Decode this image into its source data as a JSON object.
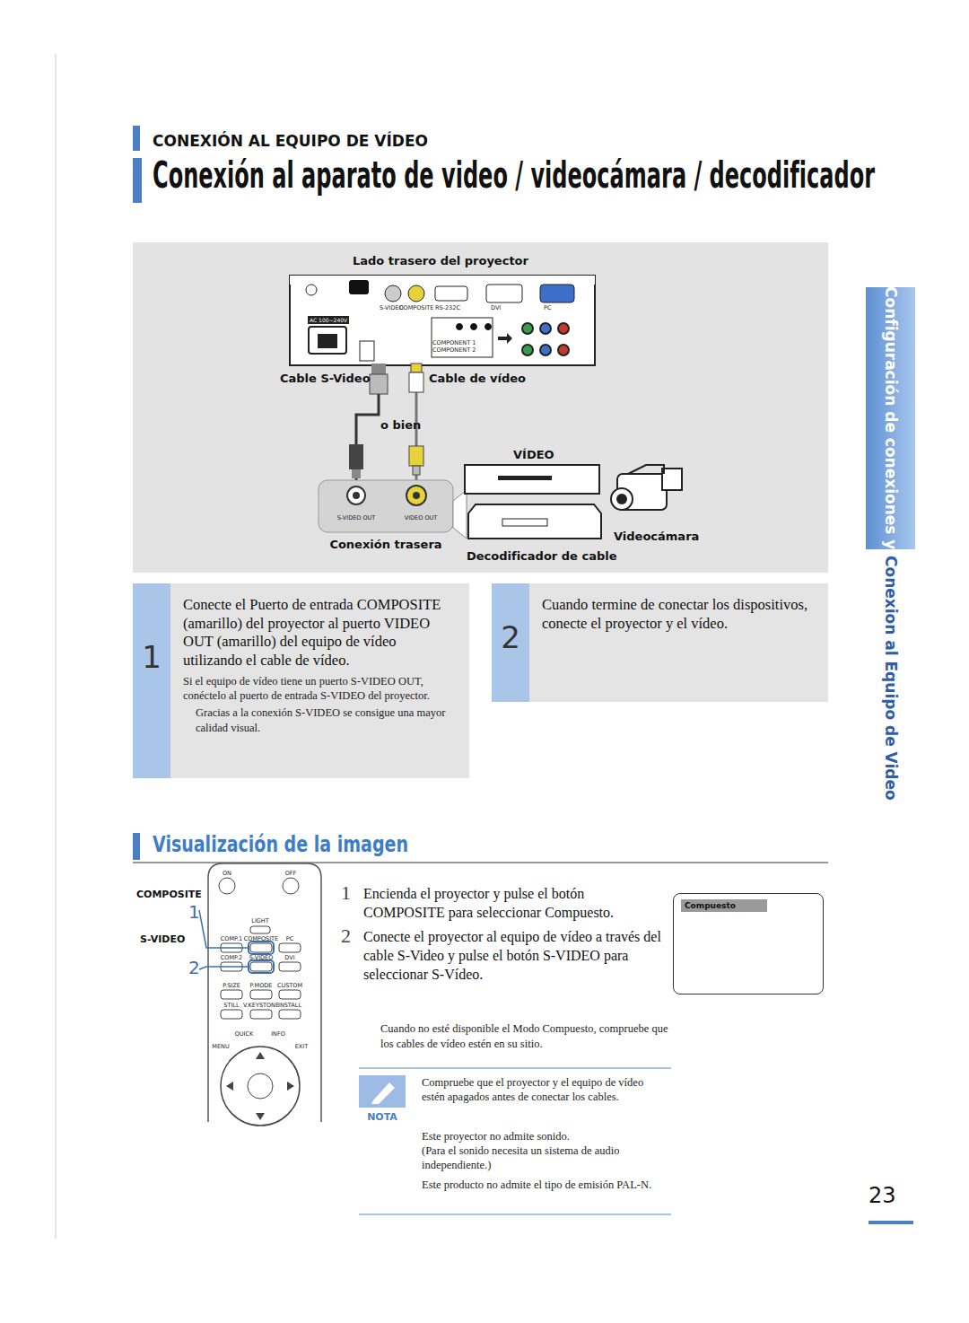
{
  "diagram": {
    "title": "Conexión al aparato de video / videocámara / decodificador",
    "nodes": [
      {
        "text": [
          "Lado trasero del proyector"
        ]
      },
      {
        "text": [
          "S-VIDEO OUT",
          "VIDEO OUT",
          "Conexión trasera"
        ]
      },
      {
        "text": [
          "1",
          "Conecte el Puerto de entrada COMPOSITE (amarillo) del proyector al puerto VIDEO OUT (amarillo) del equipo de vídeo utilizando el cable de vídeo.",
          "Si el equipo de vídeo tiene un puerto S-VIDEO OUT, conéctelo al puerto de entrada S-VIDEO del proyector.",
          "Gracias a la conexión S-VIDEO se consigue una mayor calidad visual."
        ]
      },
      {
        "text": [
          "2",
          "Cuando termine de conectar los dispositivos, conecte el proyector y el vídeo."
        ]
      },
      {
        "text": [
          "Compuesto"
        ]
      }
    ],
    "edges": [
      {
        "from": 1,
        "to": 0,
        "label": "Cable S-Video",
        "arrow": "none"
      },
      {
        "from": 1,
        "to": 0,
        "label": "Cable de vídeo",
        "arrow": "none"
      }
    ],
    "labels": [
      "CONEXIÓN AL EQUIPO DE VÍDEO",
      "S-VIDEO",
      "COMPOSITE",
      "RS-232C",
      "DVI",
      "PC",
      "AC 100~240V",
      "COMPONENT 1",
      "COMPONENT 2",
      "o bien",
      "VÍDEO",
      "Decodificador de cable",
      "Videocámara",
      "Configuración de conexiones y fuente",
      "Conexion al Equipo de Video",
      "Visualización de la imagen",
      "COMPOSITE",
      "1",
      "S-VIDEO",
      "2",
      "ON",
      "OFF",
      "LIGHT",
      "COMP.1",
      "COMPOSITE",
      "PC",
      "COMP.2",
      "S-VIDEO",
      "DVI",
      "P.SIZE",
      "P.MODE",
      "CUSTOM",
      "STILL",
      "V.KEYSTONE",
      "INSTALL",
      "QUICK",
      "INFO",
      "MENU",
      "EXIT",
      "1",
      "Encienda el proyector y pulse el botón COMPOSITE para seleccionar Compuesto.",
      "2",
      "Conecte el proyector al equipo de vídeo a través del cable S-Video y pulse el botón S-VIDEO para seleccionar S-Vídeo.",
      "Cuando no esté disponible el Modo Compuesto, compruebe que los cables de vídeo estén en su sitio.",
      "NOTA",
      "Compruebe que el proyector y el equipo de vídeo estén apagados antes de conectar los cables.",
      "Este proyector no admite sonido.",
      "(Para el sonido necesita un sistema de audio independiente.)",
      "Este producto no admite el tipo de emisión PAL-N.",
      "23"
    ]
  }
}
